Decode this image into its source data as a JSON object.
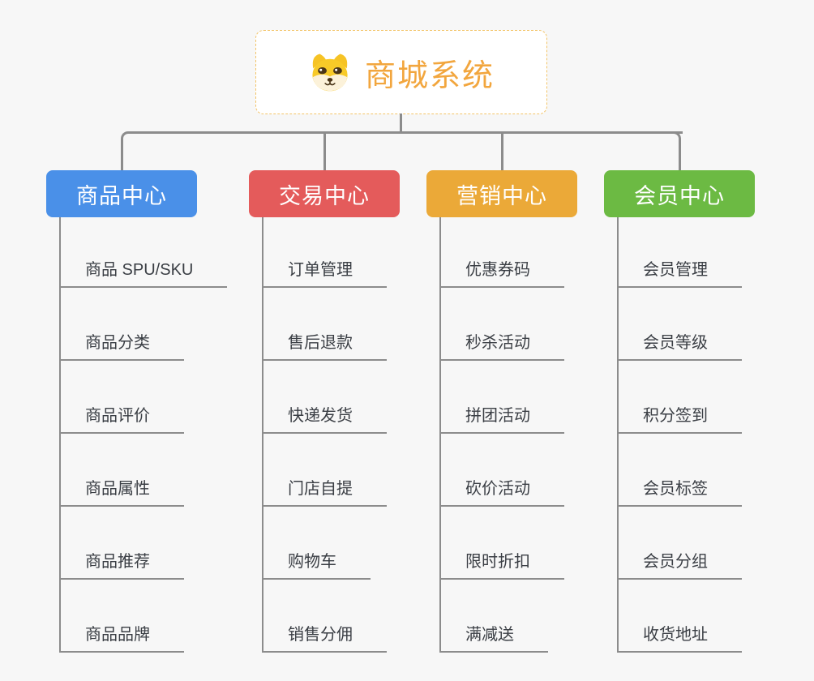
{
  "root": {
    "title": "商城系统",
    "icon": "dog-face-icon"
  },
  "branches": [
    {
      "label": "商品中心",
      "color": "#4a90e8",
      "children": [
        "商品 SPU/SKU",
        "商品分类",
        "商品评价",
        "商品属性",
        "商品推荐",
        "商品品牌"
      ]
    },
    {
      "label": "交易中心",
      "color": "#e45b5b",
      "children": [
        "订单管理",
        "售后退款",
        "快递发货",
        "门店自提",
        "购物车",
        "销售分佣"
      ]
    },
    {
      "label": "营销中心",
      "color": "#eba938",
      "children": [
        "优惠券码",
        "秒杀活动",
        "拼团活动",
        "砍价活动",
        "限时折扣",
        "满减送"
      ]
    },
    {
      "label": "会员中心",
      "color": "#6cba43",
      "children": [
        "会员管理",
        "会员等级",
        "积分签到",
        "会员标签",
        "会员分组",
        "收货地址"
      ]
    }
  ],
  "colors": {
    "background": "#f7f7f7",
    "connector": "#8c8c8c",
    "root_accent": "#f2a63e",
    "root_border": "#f3c468",
    "leaf_text": "#3a3e44",
    "branch_text": "#ffffff"
  }
}
